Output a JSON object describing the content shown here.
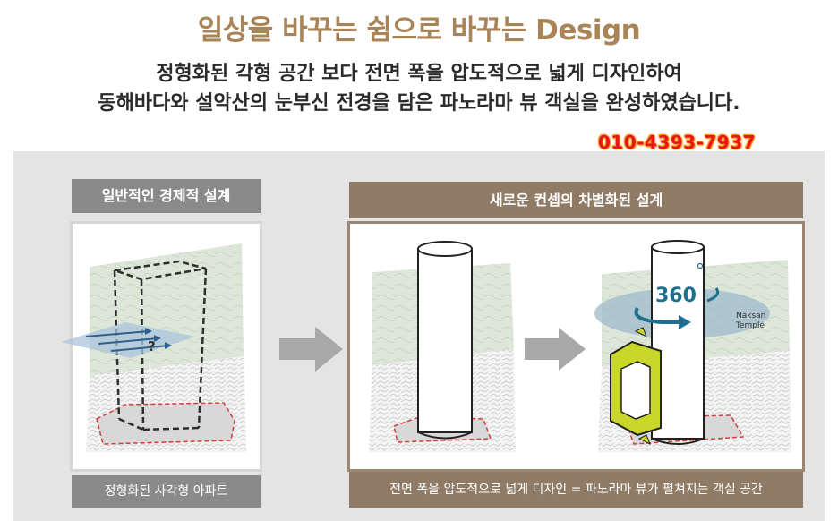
{
  "header": {
    "title": "일상을 바꾸는 쉼으로 바꾸는 Design",
    "subtitle_line1": "정형화된 각형 공간 보다 전면 폭을 압도적으로 넓게 디자인하여",
    "subtitle_line2": "동해바다와 설악산의 눈부신 전경을 담은 파노라마 뷰 객실을 완성하였습니다.",
    "phone": "010-4393-7937"
  },
  "left_box": {
    "heading": "일반적인 경제적 설계",
    "caption": "정형화된 사각형 아파트",
    "question_mark": "?"
  },
  "right_box": {
    "heading": "새로운 컨셉의 차별화된 설계",
    "caption": "전면 폭을 압도적으로 넓게 디자인 = 파노라마 뷰가 펼쳐지는 객실 공간",
    "view_angle": "360",
    "landmark_line1": "Naksan",
    "landmark_line2": "Temple"
  },
  "colors": {
    "title_gold": "#a88457",
    "left_header_gray": "#8a8a8a",
    "right_header_brown": "#8f7b66",
    "accent_yellow_green": "#c9d62a",
    "view_arrow_blue": "#1e6f8e",
    "phone_red": "#e8161a"
  }
}
